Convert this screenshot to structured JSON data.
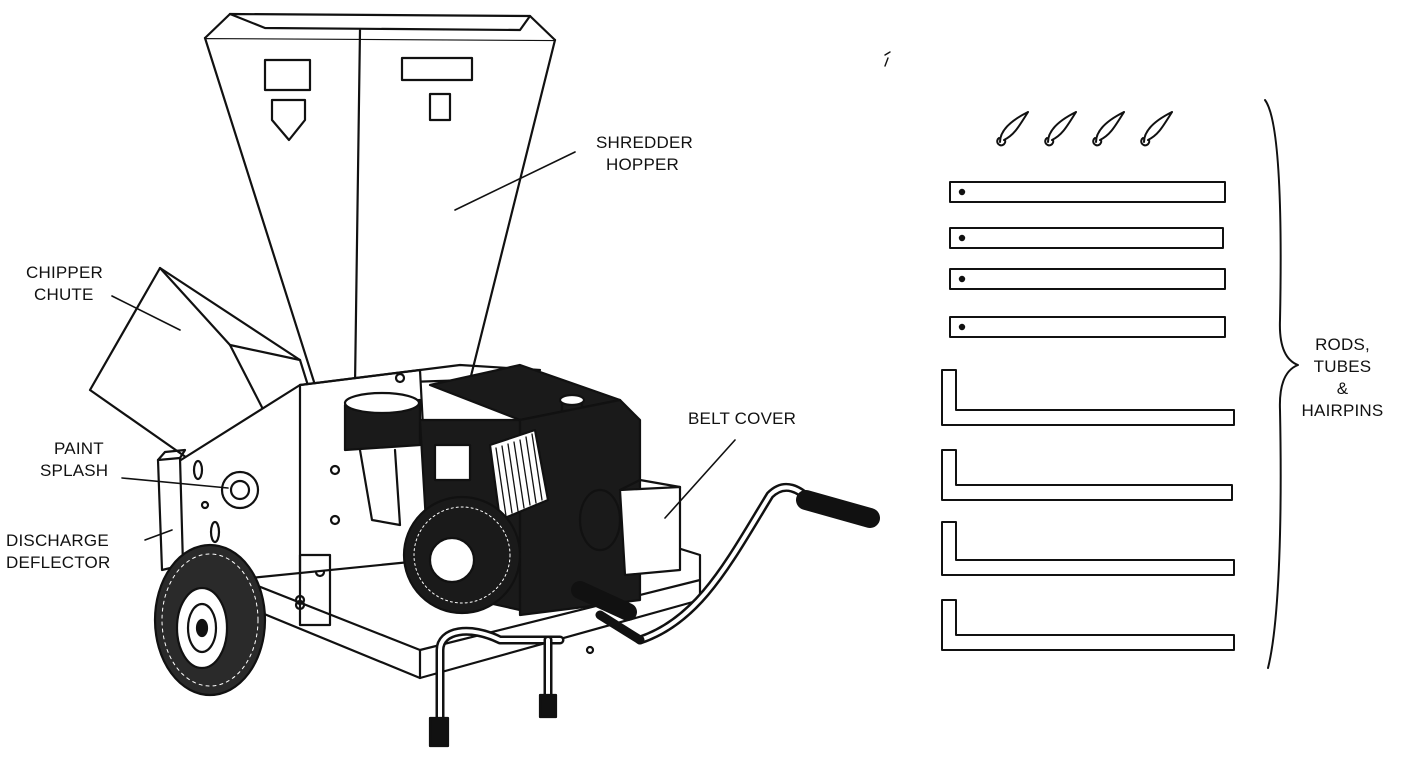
{
  "labels": {
    "shredder_hopper": [
      "SHREDDER",
      "HOPPER"
    ],
    "chipper_chute": [
      "CHIPPER",
      "CHUTE"
    ],
    "paint_splash": [
      "PAINT",
      "SPLASH"
    ],
    "discharge_deflector": [
      "DISCHARGE",
      "DEFLECTOR"
    ],
    "belt_cover": "BELT COVER",
    "rods_group": [
      "RODS,",
      "TUBES",
      "&",
      "HAIRPINS"
    ]
  },
  "parts": {
    "hairpin_count": 4,
    "straight_tube_count": 4,
    "l_rod_count": 4
  },
  "colors": {
    "ink": "#111111",
    "paper": "#ffffff",
    "engine_dark": "#1a1a1a"
  }
}
